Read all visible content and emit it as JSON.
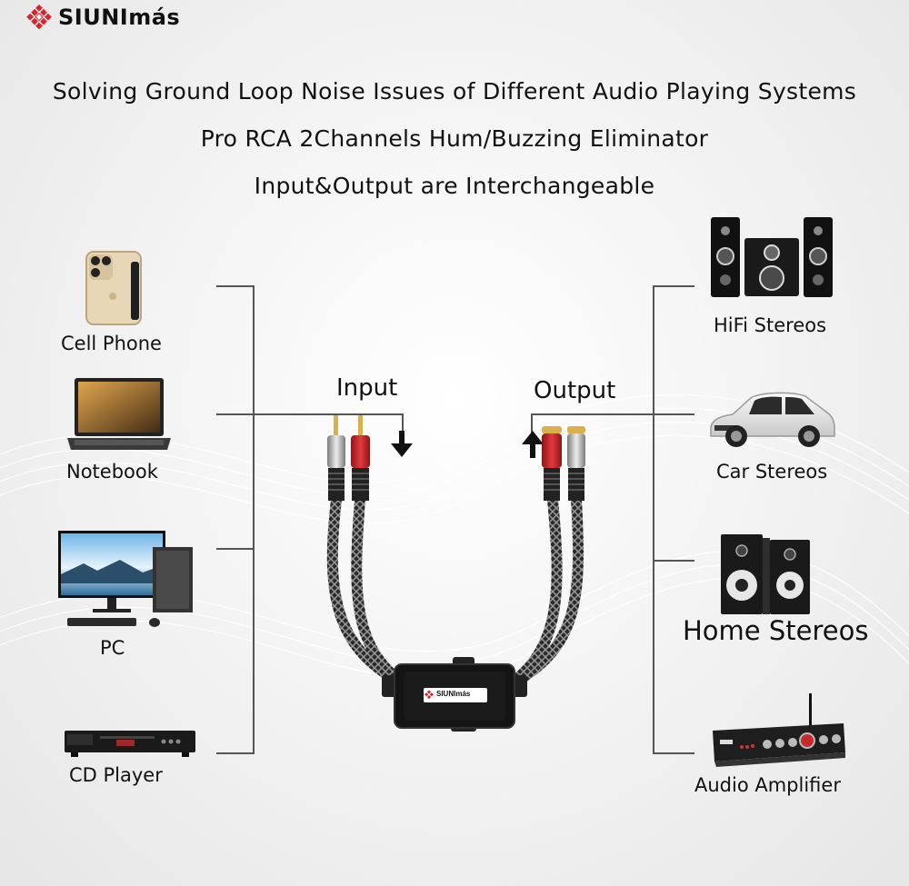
{
  "brand": {
    "name": "SIUNImás",
    "logo_icon": "diamond-grid-logo",
    "accent_color": "#d8242a"
  },
  "headline": {
    "line1": "Solving Ground Loop Noise Issues of Different Audio Playing Systems",
    "line2": "Pro RCA 2Channels Hum/Buzzing Eliminator",
    "line3": "Input&Output are Interchangeable"
  },
  "input_devices": [
    {
      "label": "Cell Phone",
      "icon": "smartphone-icon"
    },
    {
      "label": "Notebook",
      "icon": "laptop-icon"
    },
    {
      "label": "PC",
      "icon": "desktop-pc-icon"
    },
    {
      "label": "CD Player",
      "icon": "cd-player-icon"
    }
  ],
  "output_devices": [
    {
      "label": "HiFi Stereos",
      "icon": "hifi-speakers-icon"
    },
    {
      "label": "Car Stereos",
      "icon": "car-icon"
    },
    {
      "label": "Home Stereos",
      "icon": "bookshelf-speakers-icon"
    },
    {
      "label": "Audio Amplifier",
      "icon": "amplifier-icon"
    }
  ],
  "connector": {
    "input_label": "Input",
    "output_label": "Output",
    "device_brand": "SIUNImás",
    "plug_colors": {
      "red": "#d4242a",
      "silver": "#bfbfbf"
    }
  }
}
